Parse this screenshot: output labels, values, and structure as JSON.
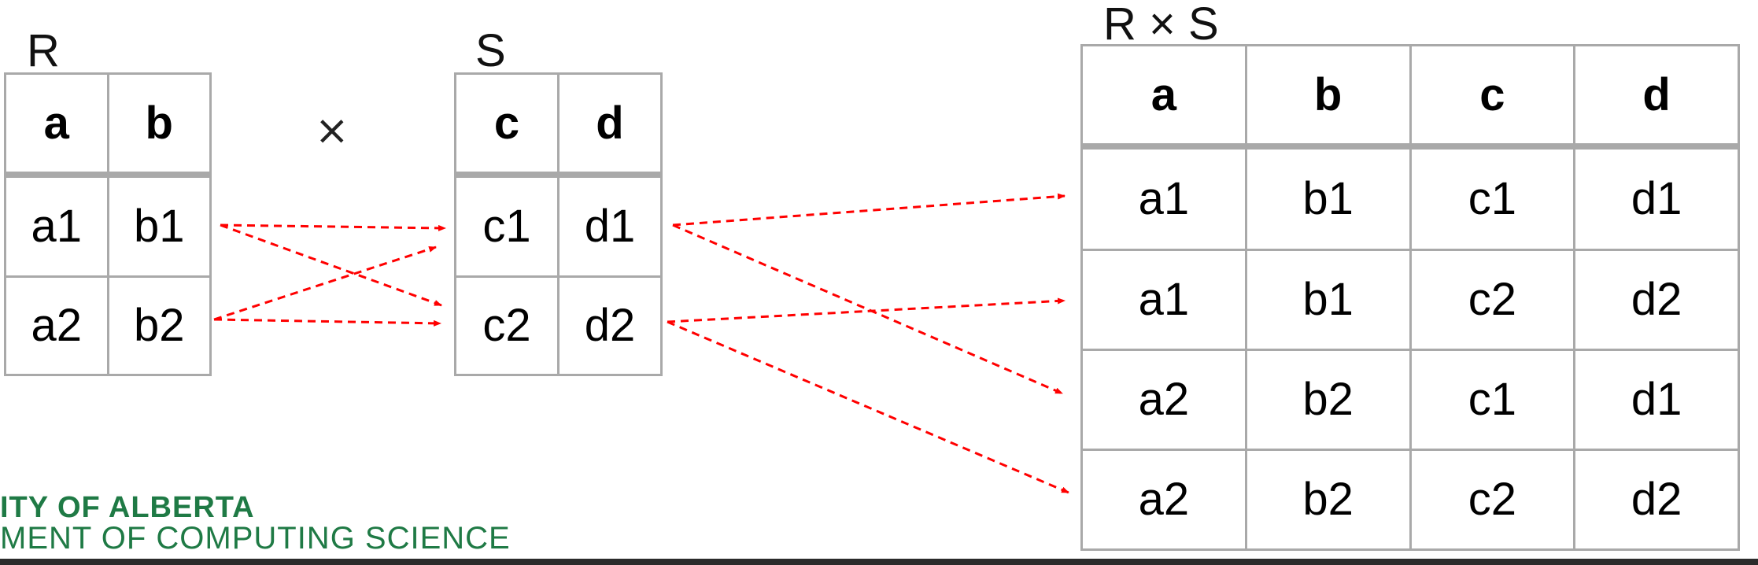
{
  "relation_r": {
    "name": "R",
    "headers": [
      "a",
      "b"
    ],
    "rows": [
      [
        "a1",
        "b1"
      ],
      [
        "a2",
        "b2"
      ]
    ]
  },
  "operator": "×",
  "relation_s": {
    "name": "S",
    "headers": [
      "c",
      "d"
    ],
    "rows": [
      [
        "c1",
        "d1"
      ],
      [
        "c2",
        "d2"
      ]
    ]
  },
  "result": {
    "name": "R × S",
    "headers": [
      "a",
      "b",
      "c",
      "d"
    ],
    "rows": [
      [
        "a1",
        "b1",
        "c1",
        "d1"
      ],
      [
        "a1",
        "b1",
        "c2",
        "d2"
      ],
      [
        "a2",
        "b2",
        "c1",
        "d1"
      ],
      [
        "a2",
        "b2",
        "c2",
        "d2"
      ]
    ]
  },
  "arrow_color": "#ff0000",
  "footer": {
    "line1": "ITY OF ALBERTA",
    "line2": "MENT OF COMPUTING SCIENCE",
    "color": "#1f7a45"
  }
}
